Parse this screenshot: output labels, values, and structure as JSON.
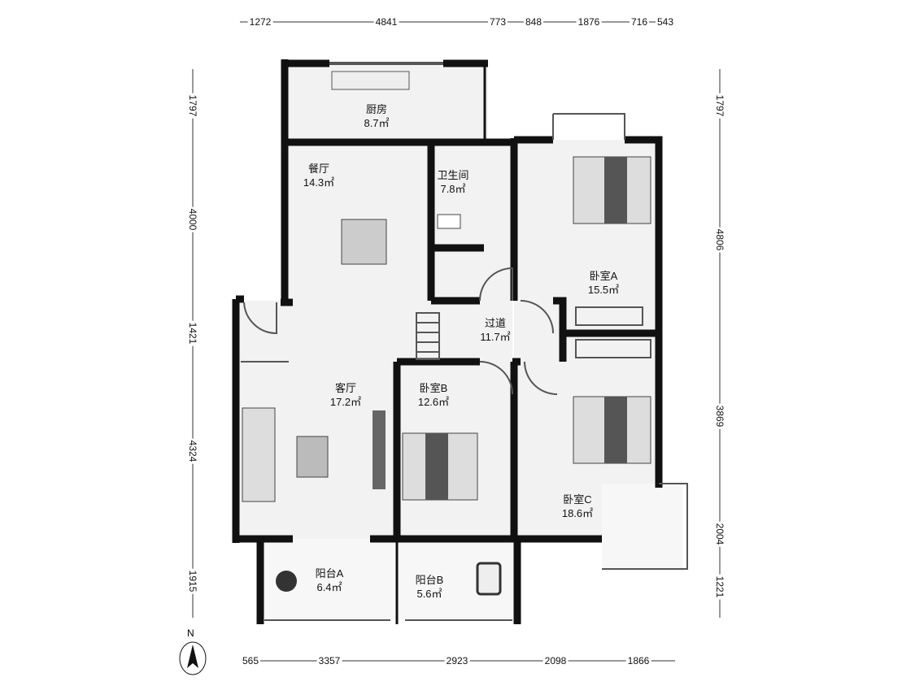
{
  "rooms": [
    {
      "name": "厨房",
      "area": "8.7㎡"
    },
    {
      "name": "餐厅",
      "area": "14.3㎡"
    },
    {
      "name": "卫生间",
      "area": "7.8㎡"
    },
    {
      "name": "卧室A",
      "area": "15.5㎡"
    },
    {
      "name": "过道",
      "area": "11.7㎡"
    },
    {
      "name": "客厅",
      "area": "17.2㎡"
    },
    {
      "name": "卧室B",
      "area": "12.6㎡"
    },
    {
      "name": "卧室C",
      "area": "18.6㎡"
    },
    {
      "name": "阳台A",
      "area": "6.4㎡"
    },
    {
      "name": "阳台B",
      "area": "5.6㎡"
    }
  ],
  "dimensions": {
    "top": [
      "1272",
      "4841",
      "773",
      "848",
      "1876",
      "716",
      "543"
    ],
    "bottom": [
      "565",
      "3357",
      "2923",
      "2098",
      "1866"
    ],
    "left": [
      "1797",
      "4000",
      "1421",
      "4324",
      "1915"
    ],
    "right": [
      "1797",
      "4806",
      "3869",
      "2004",
      "1221"
    ]
  },
  "compass": {
    "label": "N"
  }
}
